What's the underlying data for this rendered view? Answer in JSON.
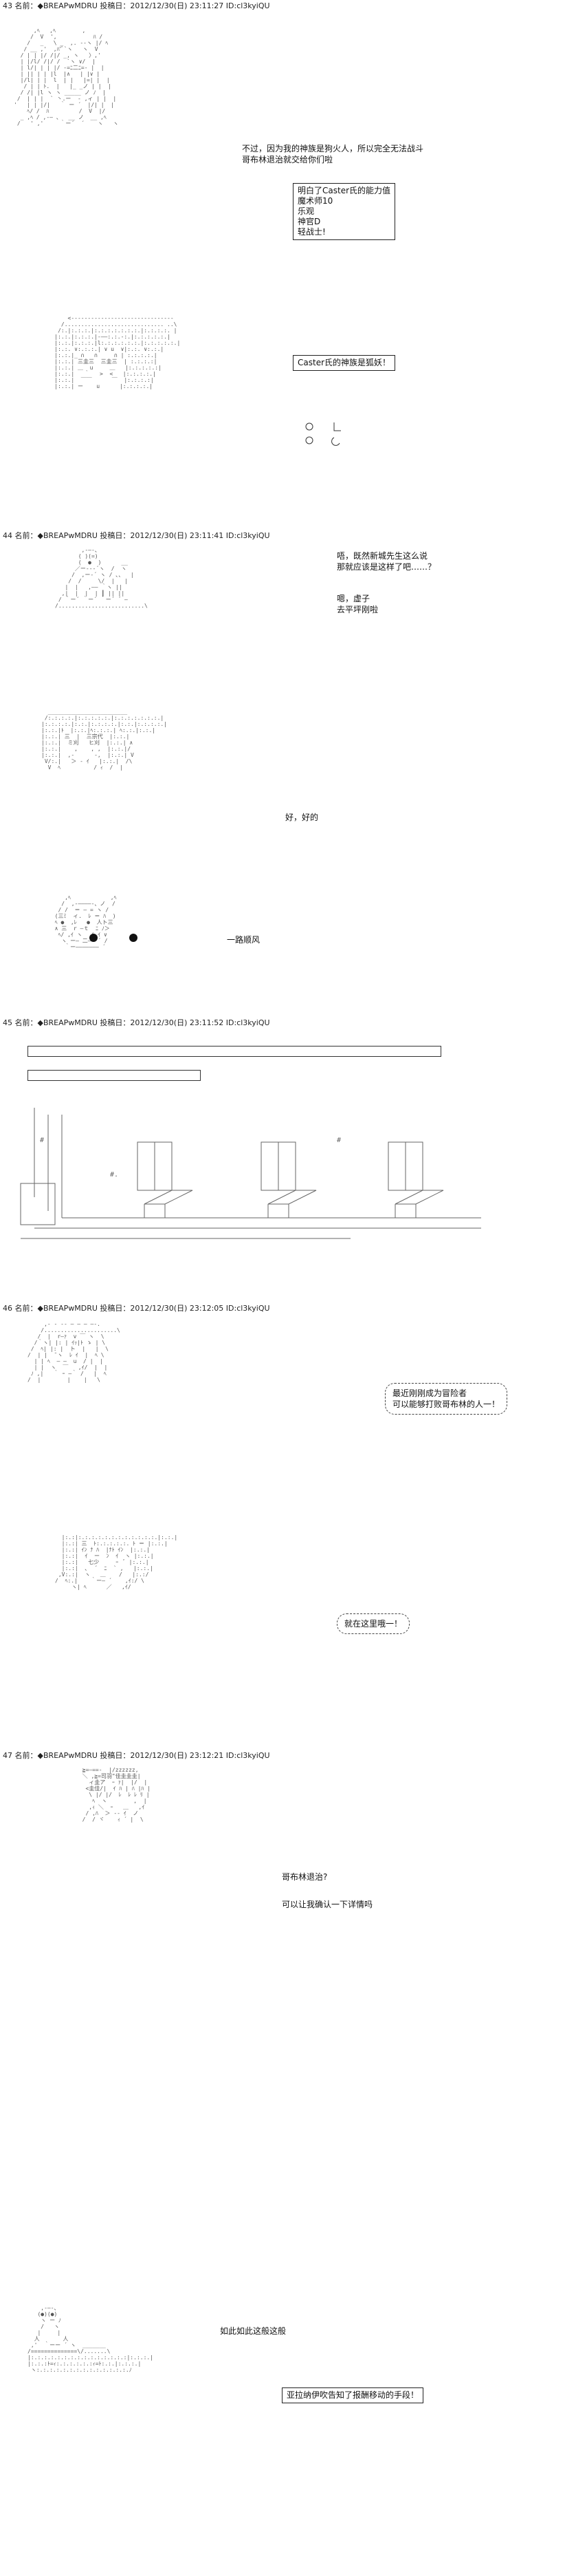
{
  "posts": [
    {
      "no": "43",
      "meta": "名前：◆BREAPwMDRU 投稿日：2012/12/30(日) 23:11:27 ID:cl3kyiQU"
    },
    {
      "no": "44",
      "meta": "名前：◆BREAPwMDRU 投稿日：2012/12/30(日) 23:11:41 ID:cl3kyiQU"
    },
    {
      "no": "45",
      "meta": "名前：◆BREAPwMDRU 投稿日：2012/12/30(日) 23:11:52 ID:cl3kyiQU"
    },
    {
      "no": "46",
      "meta": "名前：◆BREAPwMDRU 投稿日：2012/12/30(日) 23:12:05 ID:cl3kyiQU"
    },
    {
      "no": "47",
      "meta": "名前：◆BREAPwMDRU 投稿日：2012/12/30(日) 23:12:21 ID:cl3kyiQU"
    }
  ],
  "dialog": {
    "p43_a": "不过，因为我的神族是狗火人，所以完全无法战斗\n哥布林退治就交给你们啦",
    "p43_box": "明白了Caster氏的能力值\n魔术师10\n乐观\n神官D\n轻战士!",
    "p43_b": "Caster氏的神族是狐妖！",
    "p44_a": "唔，既然新城先生这么说\n那就应该是这样了吧……？",
    "p44_b": "嗯，虚子\n去平坪刚啦",
    "p44_c": "好，好的",
    "p44_d": "一路顺风",
    "p46_a": "最近刚刚成为冒险者\n可以能够打败哥布林的人一！",
    "p46_b": "就在这里哦一！",
    "p47_a": "哥布林退治?",
    "p47_b": "可以让我确认一下详情吗",
    "p47_c": "如此如此这般这般",
    "p47_d": "亚拉纳伊吹告知了报酬移动的手段！"
  },
  "art": {
    "a1": "      ,ﾍ   ,ﾍ        ,                 \n     /  V  ',           ﾊ /             \n    /   _   \\ _  ,. -‐ヽ |/ ﾍ            \n   / __ ,'  ,ﾊ'ﾞ`ヽ   ヽ  V            \n  / | | |/ /|/ _, ヽ   〉,'              \n  | |/l/ /|/ /  `ヽ ∨/  |              \n  | l/| | | |/ -=ﾆ二ﾆ=- |  |            \n  | || | | |l  |∧   | |∨ |            \n  |/l| | |  l  | |   |=| |  |           \n   / | | ﾄ.  |   |_ _ノ | |  |          \n  / /| |l ヽ ヽ _____ ノ ﾉ  |           \n /  | | |  ` 丶.ー  ‐ ,ィ | |  |         \n'   | | |/|   ｀ ー ´  |/| |  |         \n    ﾍ/ /  ﾊ         /  V  |/          \n  _ ,ﾍ / ,-― 、  __ ノ  __ ,ﾍ          \n /   ' ,'     ｀ー´  ´    ヽ   ヽ         ",
    "a2": "        <------------------------------- \n      /.............................. ..\\ \n     /:.|:.:.:.|:.:.:.:.:.:.:.|:.:.:.:. | \n    |:.:.|:.:.:.|-――:.:.-:.|:.:.:.:.:.| \n    |:.:.|:.:.:.|l:.:.:.:.:.:.|:.:.:.:.:.| \n    |:.:. ∨:.:.:.| ∨ u  ∨|:.:. ∨:.:.| \n    |:.:.|_ ∩   ∩     ∩ | :.:.:.:.| \n    |:.:.| 三圭三  三圭三  | :.:.:.:| \n    |:.:.| ＿  u     ＿   |:.:.:.:.:| \n    |:.:.|   ｀   >  <   |:.:.:.:.| \n    |:.:.|  ￣￣      ￣  |:.:.:.:| \n    |:.:.| ー    u      |:.:.:.:.| ",
    "a3": "        ,-―-、            \n       ( )(=)            \n       (  ●  )      __    \n      ／ー--‐´ヽ  /  ヽ     \n     /  ,ー-´ ヽ / ､、  |   \n    /  /     \\/  |   |   \n   |  |   ,―― ｀ヽ ||   \n  ,|  |  |  | ┃ || ||    \n / ｀ー´ ｀ー´ ｀ー´ ´ ―      \n/..........................\\  ",
    "a4": "  ________________________ \n /:.:.:.:.|:.:.:.:.:.|:.:.:.:.:.:.:.| \n|:.:.:.:.|:.:.|:.:.:.:.|:.:.|:.:.:.:.| \n|:.:.|ﾄ  |:.:.|ﾍ:.:.:.| ﾍ:.:.|:.:.| \n|:.:.| 三  |  三宗代  |:.:.|  \n|:.:.|  ミ刈   ヒ刈  |:.:.| ∧ \n|:.:.|    ,    , ,  |:.:.|/  \n|:.:.|  ,-      -,  |:.:.| V \n V/:.|   ＞ - ｲ   |:.:.|  /\\\n  V  ﾍ          / ｨ  /  |  ",
    "a5": "     ,ﾍ            ,ﾍ    \n    /  ,-――――-、ノ  /   \n   / /  ＝ ― = ヽ /   \n  (三ﾐ  ィ.  ﾚ ＝ ﾊ  ) \n  ﾍ ●  ,ﾚ   ●  人ト三  \n  ∧ 三  r ―ｔ  ﾆ ﾉ＞  \n   ﾍ/ ,ｲ ヽ  ノ ｲ ∨   \n    ヽ ー― 二―― ´ /   \n     ｀ー――――――― ´    ",
    "a6": "     ,- - -- ― ― ― ―-. \n    /......................\\ \n   /  |  r―ｧ  v ￣ ヽ  \\ \n  /｀ヽ| |: | ｲｯ|ﾄ ゝ | \\ \n /  ﾍ| |: |  ト  |   |  \\ \n/  | |  ̄ ヽ  ﾚ ｲ  |  ﾍ \\ \n  | | ﾍ  ― ―  u  / |  |  \n  | |  ヽ  ￣   ,ｲ/  |  | \n ﾉ ,|   ｀ ｰ ―｀ /   |  ﾍ \n/  |        |    |   \\  ",
    "a7": "  |:.:|:.:.:.:.:.:.:.:.:.:.:.:.|:.:.| \n  |:.:| 三  ﾄ:.:.:.:.:. ﾄ ＝ |:.:.| \n  |:.:| ｲﾝ ﾅ ﾊ  |ﾅﾄ ｲﾝ  |:.:.| \n  |:.:|  ｲ  ー  ﾝ  ｲ  ヽ |:.:.| \n  |:.:|   七少     ｰ  ﾞ |:.:.| \n  |:.:|  ､  ´  ﾆ  ` ,   |:.:.| \n ,V:.:|  ヽ   ＿    /   |:.:/  \n/  ﾍ:.|    ｀ー― ´    ,ｲ:/ \\\n     ヽ| ﾍ      ／   ,ｲ/     ",
    "a8": "  ≧=―==‐  |/zzzzzz, \n  ＼ ,≧=司羽\"佳圭圭圭| \n    ィ圭ア  ｰ ｧ|  |/  |\n   <圭佳/|  ｲ ﾊ | ﾊ |ﾊ | \n    \\ |/ |/  ﾚ  ﾚ ﾚ ﾘ | \n     ﾍ  ヽ        ,  |  \n    ,ｨ ＼  ｰ   ＿   ,ｲ \n   / ,ﾊ  ＞ -- ｲ  ノ  \n  /  / ヾ    ｨ ´ |  \\ ",
    "a9": "    ,-―-、             \n   (●)(●)             \n    ヽ ー ﾉ              \n    /   ヽ             \n   |     |             \n  人       人           \n ,'  ｀ーー ´ ヽ  _______  \n/==============\\/.......\\\n|:.:.:.:.:.:.:.:.:.:.:.:.:.:.:|:.:.:.|\n|:.:.:ﾄ=ｨ:.:.:.:.:.:ｨ=ﾄ:.:.|:.:.:.|\n ヽ:.:.:.:.:.:.:.:.:.:.:.:.:.:.ﾉ    "
  }
}
